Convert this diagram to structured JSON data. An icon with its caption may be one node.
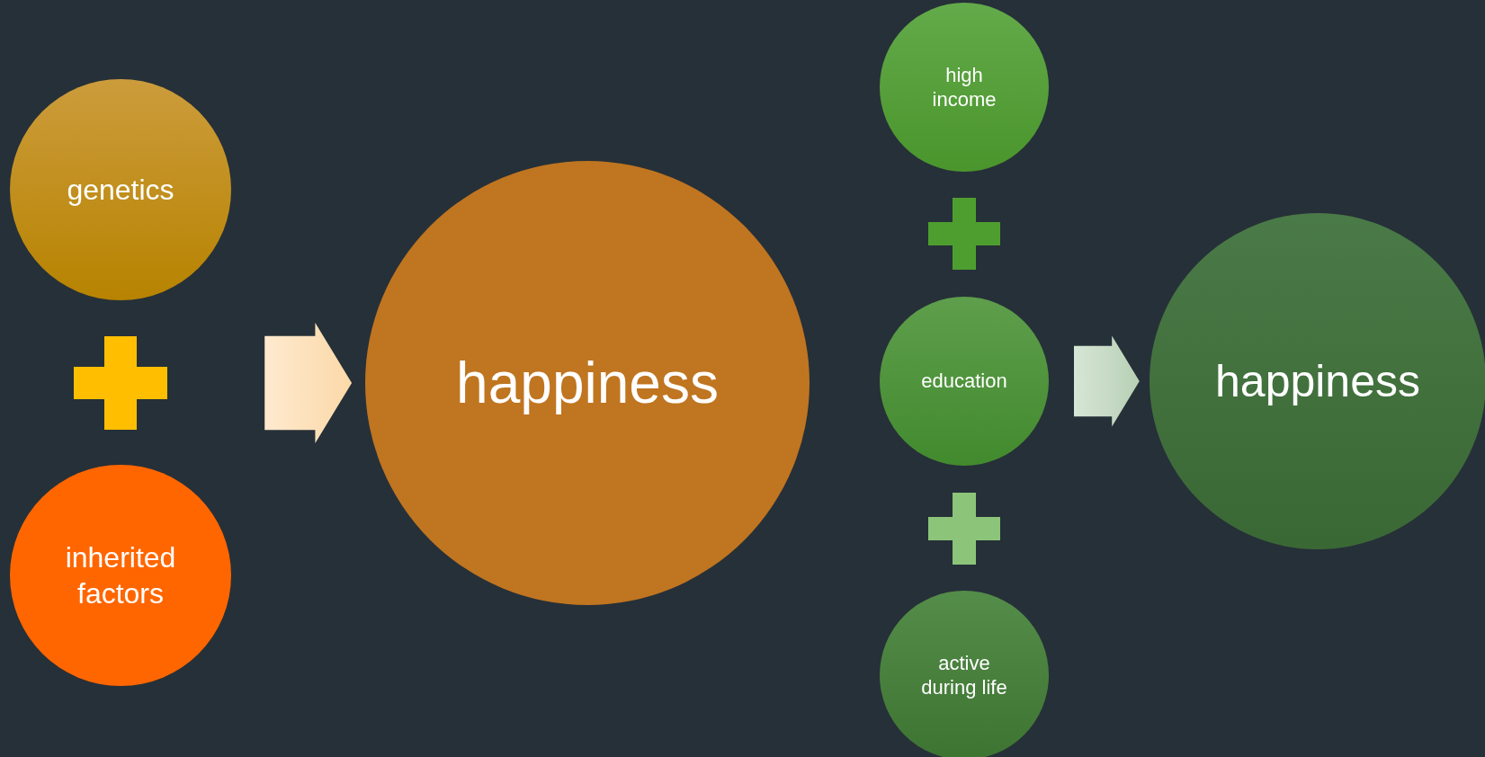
{
  "diagram": {
    "nodes": [
      {
        "text": [
          "genetics"
        ]
      },
      {
        "text": [
          "inherited factors"
        ]
      },
      {
        "text": [
          "happiness"
        ]
      },
      {
        "text": [
          "high income"
        ]
      },
      {
        "text": [
          "education"
        ]
      },
      {
        "text": [
          "active during life"
        ]
      },
      {
        "text": [
          "happiness"
        ]
      }
    ],
    "edges": [
      {
        "from": 0,
        "to": 2,
        "arrow": "to"
      },
      {
        "from": 1,
        "to": 2,
        "arrow": "to"
      },
      {
        "from": 4,
        "to": 6,
        "arrow": "to"
      }
    ]
  }
}
